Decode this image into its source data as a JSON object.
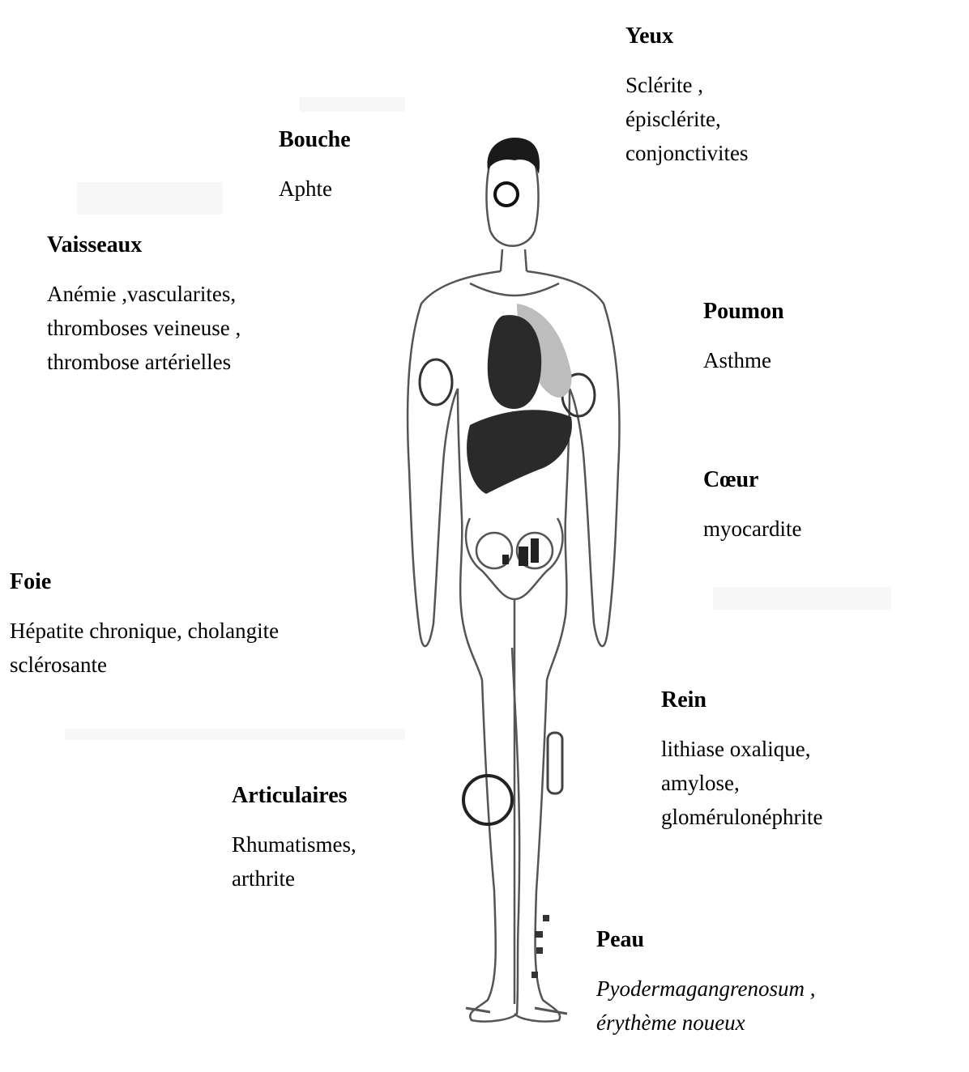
{
  "labels": {
    "yeux": {
      "title": "Yeux",
      "text": "Sclérite ,\népisclérite,\nconjonctivites"
    },
    "bouche": {
      "title": "Bouche",
      "text": "Aphte"
    },
    "vaisseaux": {
      "title": "Vaisseaux",
      "text": "Anémie ,vascularites,\nthromboses veineuse ,\nthrombose artérielles"
    },
    "poumon": {
      "title": "Poumon",
      "text": "Asthme"
    },
    "coeur": {
      "title": "Cœur",
      "text": "myocardite"
    },
    "foie": {
      "title": "Foie",
      "text": "Hépatite chronique, cholangite\nsclérosante"
    },
    "rein": {
      "title": "Rein",
      "text": "lithiase oxalique,\namylose,\nglomérulonéphrite"
    },
    "articulaires": {
      "title": "Articulaires",
      "text": "Rhumatismes,\narthrite"
    },
    "peau": {
      "title": "Peau",
      "text": "Pyodermagangrenosum ,\nérythème  noueux"
    }
  },
  "figure": {
    "icon": "human-body-anatomy-icon",
    "organ_color": "#2a2a2a",
    "lung_color": "#bdbdbd",
    "outline_color": "#555555"
  }
}
